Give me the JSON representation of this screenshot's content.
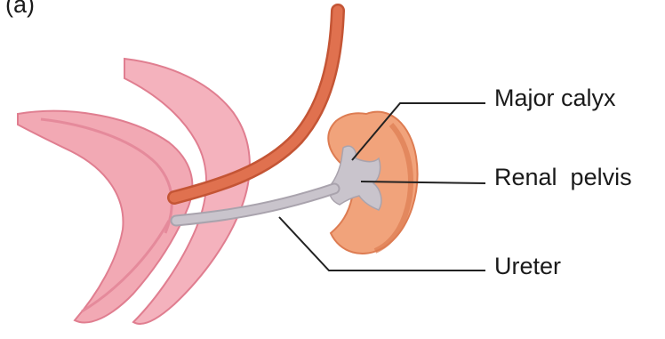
{
  "panel_label": "(a)",
  "labels": {
    "major_calyx": "Major calyx",
    "renal_pelvis": "Renal  pelvis",
    "ureter": "Ureter"
  },
  "colors": {
    "bladder": "#f2a9b4",
    "bladder_shade": "#e07e90",
    "vessel": "#e0714f",
    "vessel_dark": "#c45535",
    "kidney": "#f1a37b",
    "kidney_dark": "#dd7c52",
    "pelvis": "#c9c4cc",
    "ureter": "#bdb8c3",
    "leader": "#222222"
  }
}
